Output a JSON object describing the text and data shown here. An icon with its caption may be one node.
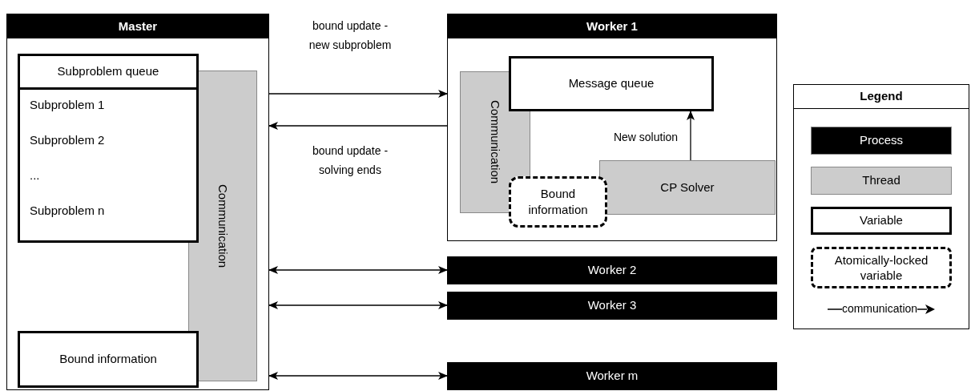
{
  "diagram": {
    "nodes": [
      {
        "text": [
          "Master"
        ]
      },
      {
        "text": [
          "Subproblem queue",
          "Subproblem 1",
          "Subproblem 2",
          "...",
          "Subproblem n"
        ],
        "in": 0
      },
      {
        "text": [
          "Communication"
        ],
        "in": 0
      },
      {
        "text": [
          "Bound information"
        ],
        "in": 0
      },
      {
        "text": [
          "Worker 1"
        ]
      },
      {
        "text": [
          "Communication"
        ],
        "in": 4
      },
      {
        "text": [
          "Message queue"
        ],
        "in": 4
      },
      {
        "text": [
          "Bound information"
        ],
        "in": 4
      },
      {
        "text": [
          "CP Solver"
        ],
        "in": 4
      },
      {
        "text": [
          "Worker 2"
        ]
      },
      {
        "text": [
          "Worker 3"
        ]
      },
      {
        "text": [
          "Worker m"
        ]
      }
    ],
    "edges": [
      {
        "from": 0,
        "to": 4,
        "arrow": "to",
        "label": "bound update - new subproblem"
      },
      {
        "from": 4,
        "to": 0,
        "arrow": "to",
        "label": "bound update - solving ends"
      },
      {
        "from": 0,
        "to": 9,
        "arrow": "both"
      },
      {
        "from": 0,
        "to": 10,
        "arrow": "both"
      },
      {
        "from": 0,
        "to": 11,
        "arrow": "both"
      },
      {
        "from": 8,
        "to": 6,
        "arrow": "to",
        "label": "New solution"
      }
    ],
    "labels": [
      "Legend"
    ],
    "legend": [
      {
        "text": "Process",
        "color": "#000000"
      },
      {
        "text": "Thread",
        "color": "#cccccc"
      },
      {
        "text": "Variable"
      },
      {
        "text": "Atomically-locked variable"
      },
      {
        "text": "communication"
      }
    ]
  }
}
